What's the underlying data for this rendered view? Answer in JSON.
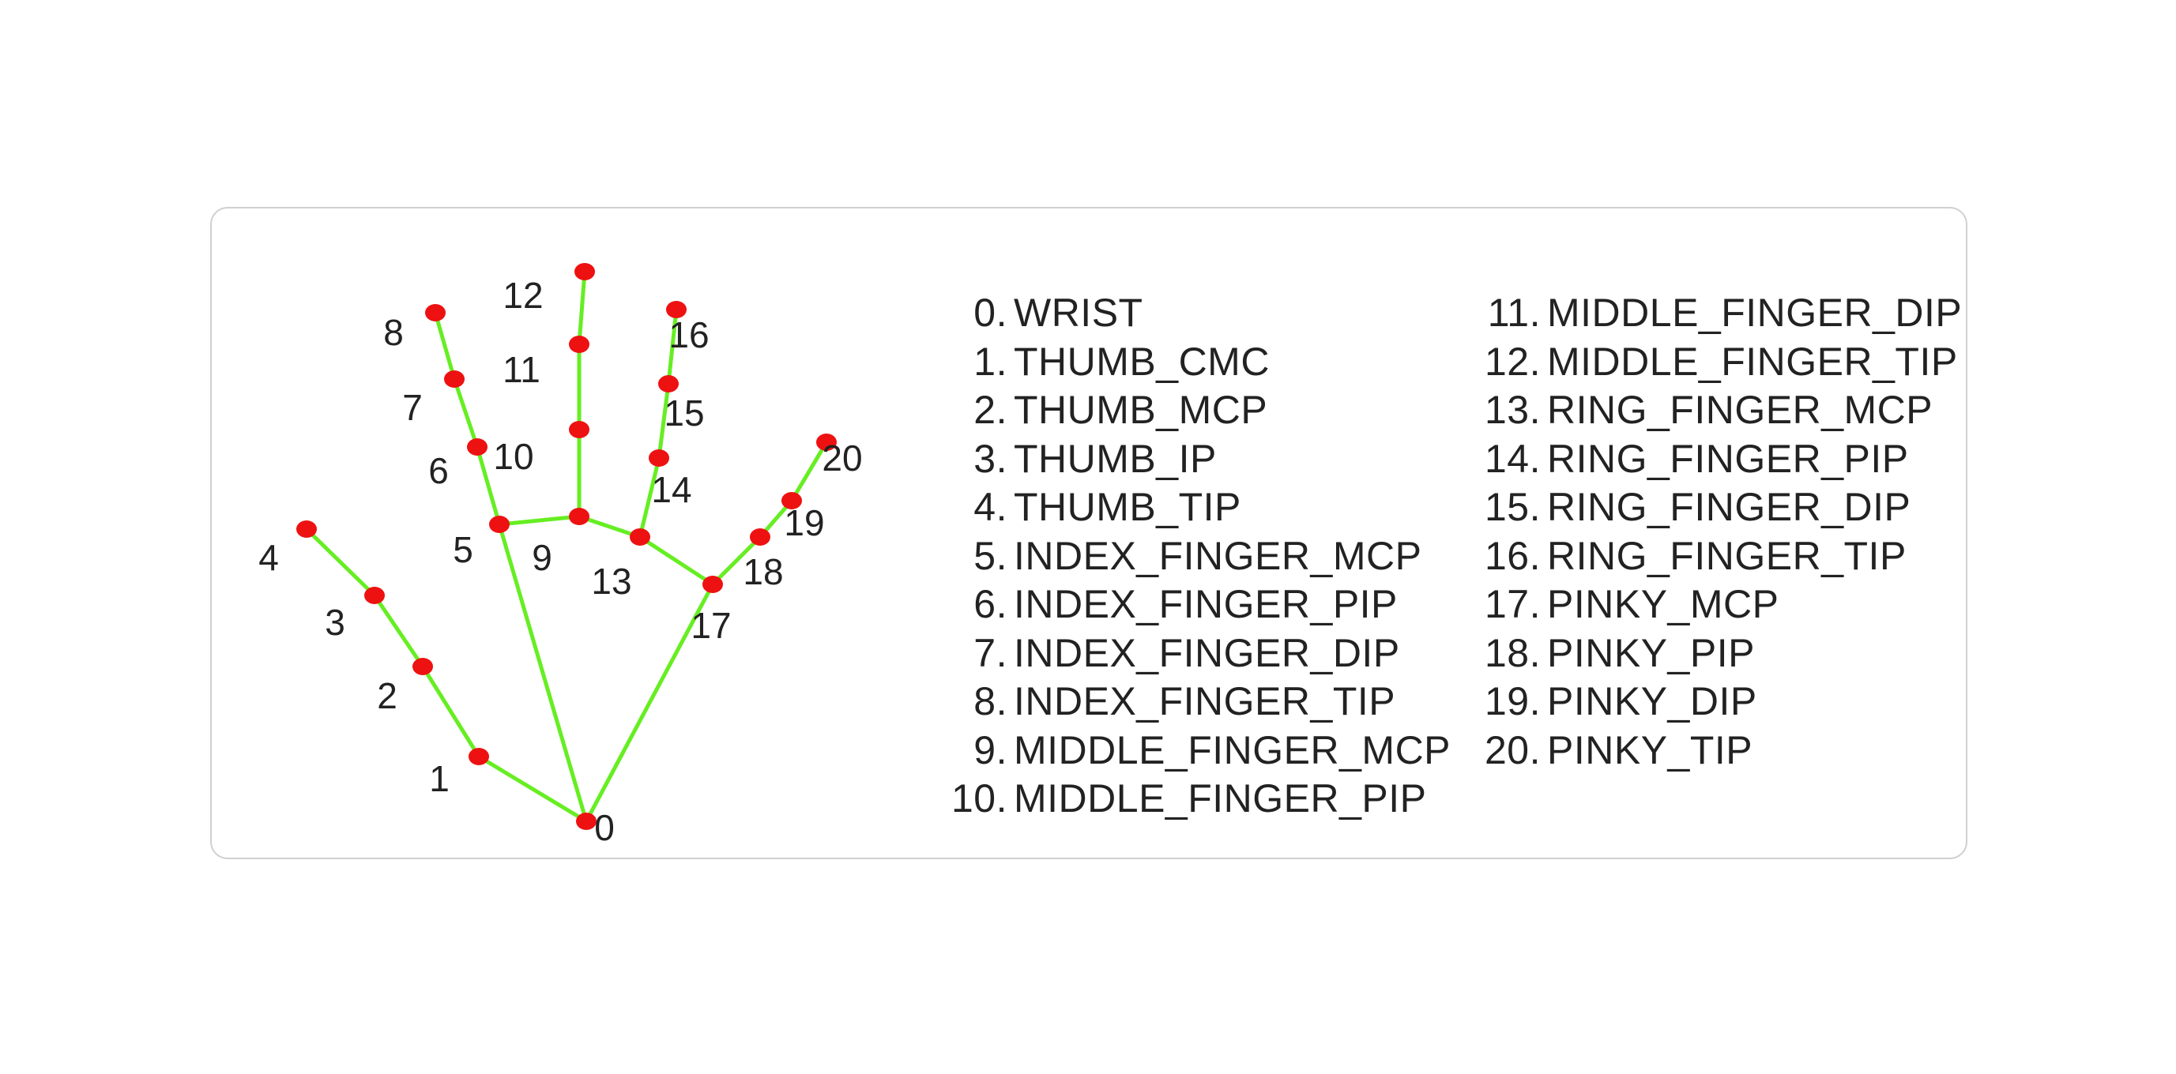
{
  "landmarks": [
    {
      "index": "0",
      "name": "WRIST"
    },
    {
      "index": "1",
      "name": "THUMB_CMC"
    },
    {
      "index": "2",
      "name": "THUMB_MCP"
    },
    {
      "index": "3",
      "name": "THUMB_IP"
    },
    {
      "index": "4",
      "name": "THUMB_TIP"
    },
    {
      "index": "5",
      "name": "INDEX_FINGER_MCP"
    },
    {
      "index": "6",
      "name": "INDEX_FINGER_PIP"
    },
    {
      "index": "7",
      "name": "INDEX_FINGER_DIP"
    },
    {
      "index": "8",
      "name": "INDEX_FINGER_TIP"
    },
    {
      "index": "9",
      "name": "MIDDLE_FINGER_MCP"
    },
    {
      "index": "10",
      "name": "MIDDLE_FINGER_PIP"
    },
    {
      "index": "11",
      "name": "MIDDLE_FINGER_DIP"
    },
    {
      "index": "12",
      "name": "MIDDLE_FINGER_TIP"
    },
    {
      "index": "13",
      "name": "RING_FINGER_MCP"
    },
    {
      "index": "14",
      "name": "RING_FINGER_PIP"
    },
    {
      "index": "15",
      "name": "RING_FINGER_DIP"
    },
    {
      "index": "16",
      "name": "RING_FINGER_TIP"
    },
    {
      "index": "17",
      "name": "PINKY_MCP"
    },
    {
      "index": "18",
      "name": "PINKY_PIP"
    },
    {
      "index": "19",
      "name": "PINKY_DIP"
    },
    {
      "index": "20",
      "name": "PINKY_TIP"
    }
  ],
  "connections": [
    [
      0,
      1
    ],
    [
      1,
      2
    ],
    [
      2,
      3
    ],
    [
      3,
      4
    ],
    [
      0,
      5
    ],
    [
      5,
      6
    ],
    [
      6,
      7
    ],
    [
      7,
      8
    ],
    [
      5,
      9
    ],
    [
      9,
      10
    ],
    [
      10,
      11
    ],
    [
      11,
      12
    ],
    [
      9,
      13
    ],
    [
      13,
      14
    ],
    [
      14,
      15
    ],
    [
      15,
      16
    ],
    [
      13,
      17
    ],
    [
      17,
      18
    ],
    [
      18,
      19
    ],
    [
      19,
      20
    ],
    [
      0,
      17
    ]
  ],
  "colors": {
    "bone": "#66ee22",
    "joint": "#ee1111",
    "text": "#222222",
    "card_border": "#d0d0d0"
  }
}
